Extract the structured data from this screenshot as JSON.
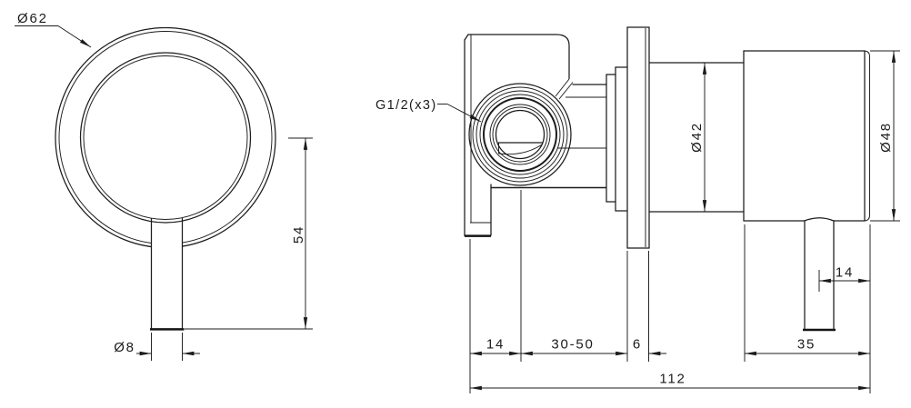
{
  "front_view": {
    "labels": {
      "diameter": "Ø62",
      "height": "54",
      "stem_diameter": "Ø8"
    }
  },
  "side_view": {
    "labels": {
      "thread": "G1/2(x3)",
      "body_diameter": "Ø42",
      "cap_diameter": "Ø48",
      "wall_offset": "14",
      "adjust_range": "30-50",
      "flange_thickness": "6",
      "cap_length": "35",
      "stem_offset": "14",
      "overall_length": "112"
    }
  },
  "colors": {
    "line": "#1c1c1c",
    "background": "#ffffff"
  }
}
